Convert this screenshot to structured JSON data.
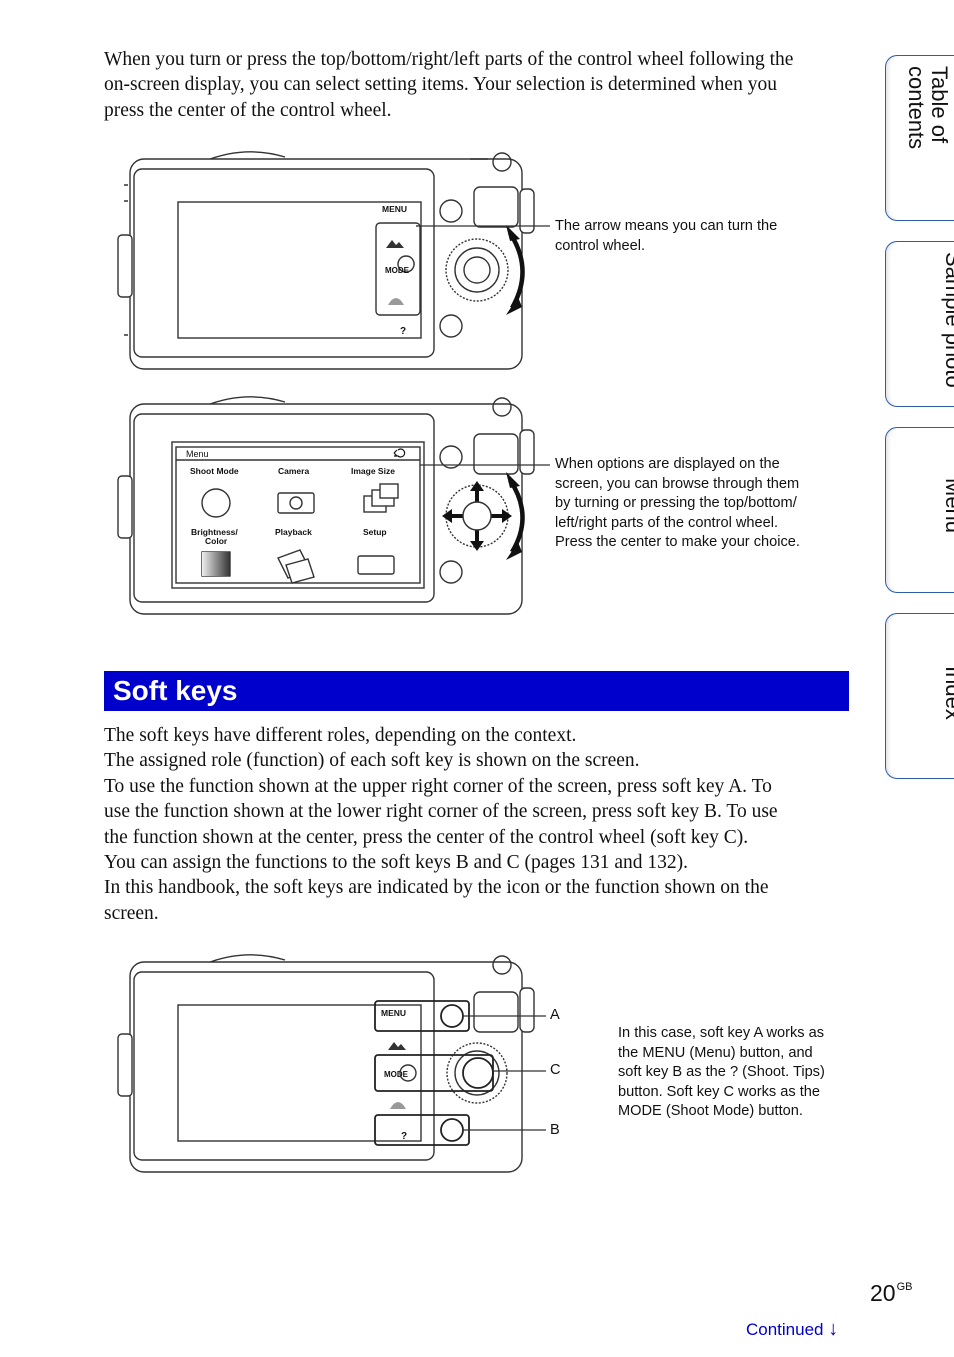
{
  "intro": {
    "lines": [
      "When you turn or press the top/bottom/right/left parts of the control wheel following the",
      "on-screen display, you can select setting items. Your selection is determined when you",
      "press the center of the control wheel."
    ]
  },
  "figures": {
    "fig1": {
      "caption_lines": [
        "The arrow means you can turn the",
        "control wheel."
      ],
      "menu_label": "MENU",
      "mode_label": "MODE",
      "help_label": "?"
    },
    "fig2": {
      "caption_lines": [
        "When options are displayed on the",
        "screen, you can browse through them",
        "by turning or pressing the top/bottom/",
        "left/right parts of the control wheel.",
        "Press the center to make your choice."
      ],
      "menu_title": "Menu",
      "items": [
        "Shoot Mode",
        "Camera",
        "Image Size",
        "Brightness/",
        "Color",
        "Playback",
        "Setup"
      ]
    },
    "fig3": {
      "caption_lines": [
        "In this case, soft key A works as",
        "the MENU (Menu) button, and",
        "soft key B as the ? (Shoot. Tips)",
        "button. Soft key C works as the",
        "MODE (Shoot Mode) button."
      ],
      "labels": {
        "a": "A",
        "c": "C",
        "b": "B"
      },
      "menu_label": "MENU",
      "mode_label": "MODE",
      "help_label": "?"
    }
  },
  "section": {
    "title": "Soft keys"
  },
  "body": {
    "lines": [
      "The soft keys have different roles, depending on the context.",
      "The assigned role (function) of each soft key is shown on the screen.",
      "To use the function shown at the upper right corner of the screen, press soft key A. To",
      "use the function shown at the lower right corner of the screen, press soft key B. To use",
      "the function shown at the center, press the center of the control wheel (soft key C).",
      "You can assign the functions to the soft keys B and C (pages 131 and 132).",
      "In this handbook, the soft keys are indicated by the icon or the function shown on the",
      "screen."
    ]
  },
  "tabs": [
    {
      "lines": [
        "Table of",
        "contents"
      ]
    },
    {
      "lines": [
        "Sample photo"
      ]
    },
    {
      "lines": [
        "Menu"
      ]
    },
    {
      "lines": [
        "Index"
      ]
    }
  ],
  "footer": {
    "page_number": "20",
    "page_suffix": "GB",
    "continued": "Continued",
    "arrow": "↓"
  },
  "colors": {
    "heading_bg": "#0000cc",
    "link": "#0000cc",
    "tab_border": "#2e5da8"
  }
}
